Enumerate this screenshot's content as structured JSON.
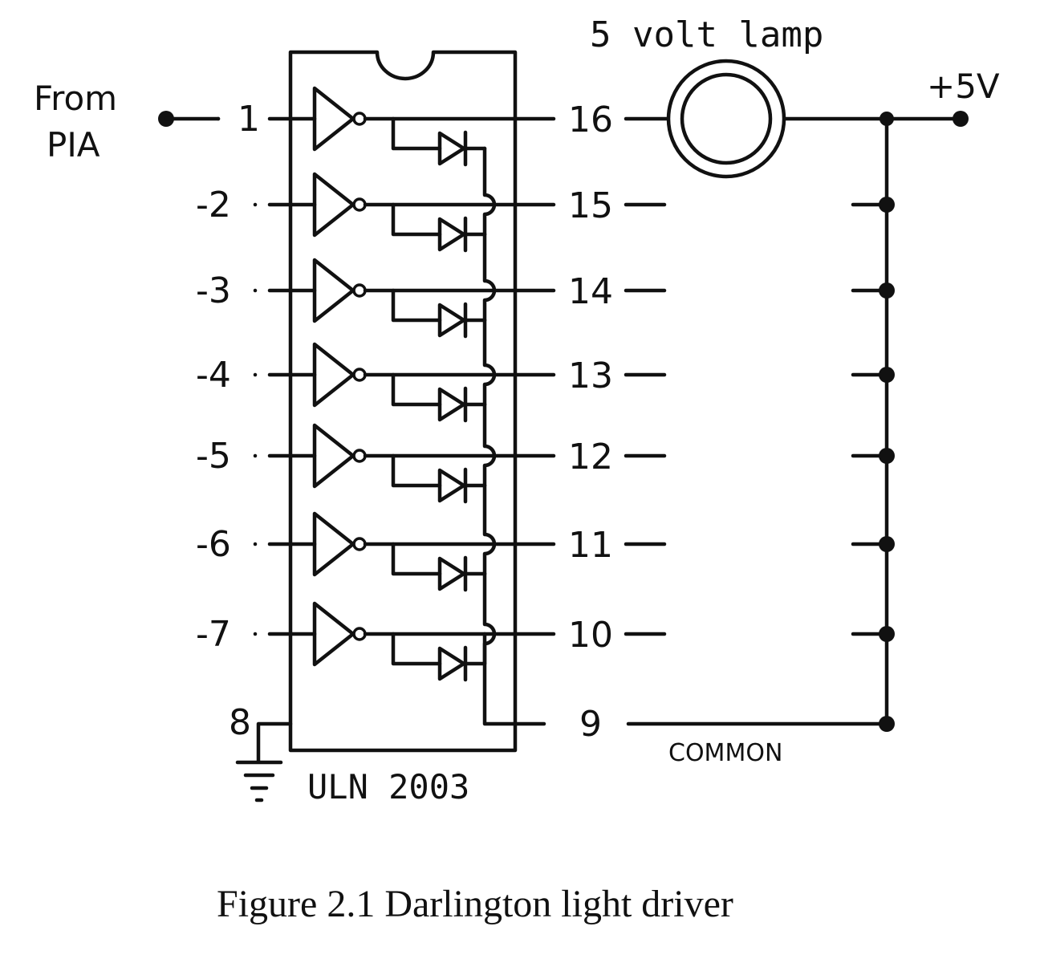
{
  "diagram": {
    "chip_label": "ULN 2003",
    "lamp_label": "5 volt lamp",
    "source_label_line1": "From",
    "source_label_line2": "PIA",
    "supply_label": "+5V",
    "common_label": "COMMON",
    "left_pins": [
      "1",
      "-2",
      "-3",
      "-4",
      "-5",
      "-6",
      "-7"
    ],
    "right_pins": [
      "16",
      "15",
      "14",
      "13",
      "12",
      "11",
      "10"
    ],
    "ground_pin": "8",
    "common_pin": "9",
    "caption": "Figure 2.1  Darlington light driver"
  }
}
